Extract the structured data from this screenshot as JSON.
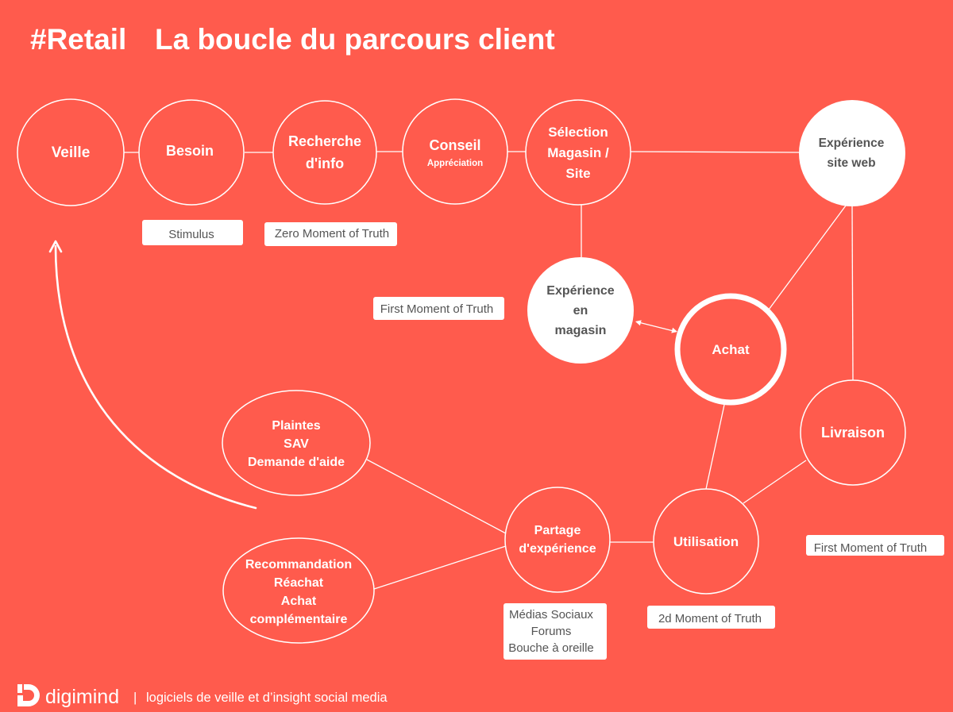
{
  "colors": {
    "background": "#FF5B4D",
    "foreground": "#FFFFFF",
    "dark_text": "#555555"
  },
  "title": {
    "hashtag": "#Retail",
    "text": "La boucle du parcours client"
  },
  "nodes": {
    "veille": [
      "Veille"
    ],
    "besoin": [
      "Besoin"
    ],
    "recherche_info": [
      "Recherche",
      "d'info"
    ],
    "conseil": [
      "Conseil",
      "Appréciation"
    ],
    "selection": [
      "Sélection",
      "Magasin /",
      "Site"
    ],
    "experience_site_web": [
      "Expérience",
      "site web"
    ],
    "experience_magasin": [
      "Expérience",
      "en",
      "magasin"
    ],
    "achat": [
      "Achat"
    ],
    "livraison": [
      "Livraison"
    ],
    "utilisation": [
      "Utilisation"
    ],
    "partage": [
      "Partage",
      "d'expérience"
    ],
    "plaintes": [
      "Plaintes",
      "SAV",
      "Demande d'aide"
    ],
    "recommandation": [
      "Recommandation",
      "Réachat",
      "Achat",
      "complémentaire"
    ]
  },
  "labels": {
    "stimulus": [
      "Stimulus"
    ],
    "zero_moment": [
      "Zero Moment of Truth"
    ],
    "first_moment_store": [
      "First Moment of Truth"
    ],
    "first_moment_delivery": [
      "First Moment of Truth"
    ],
    "second_moment": [
      "2d Moment of Truth"
    ],
    "sharing_channels": [
      "Médias Sociaux",
      "Forums",
      "Bouche à oreille"
    ]
  },
  "footer": {
    "brand": "digimind",
    "separator": "|",
    "tagline": "logiciels de veille et d’insight social media"
  },
  "icons": {
    "logo": "digimind-logo-icon",
    "loop_arrow": "curved-arrow-icon",
    "double_arrow": "double-arrow-icon"
  }
}
